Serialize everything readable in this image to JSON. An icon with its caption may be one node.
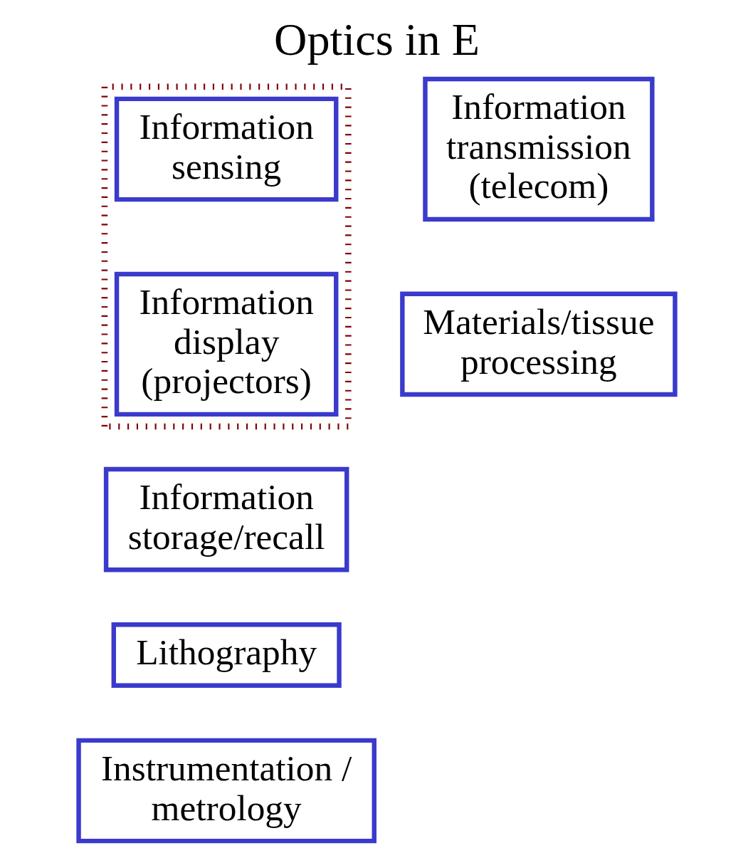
{
  "diagram": {
    "title": "Optics in E",
    "nodes": [
      {
        "text": [],
        "shape": "box"
      },
      {
        "text": [
          "Information sensing"
        ],
        "in": 0
      },
      {
        "text": [
          "Information transmission (telecom)"
        ]
      },
      {
        "text": [
          "Information display (projectors)"
        ],
        "in": 0
      },
      {
        "text": [
          "Information storage/recall"
        ]
      },
      {
        "text": [
          "Materials/tissue processing"
        ]
      },
      {
        "text": [
          "Lithography"
        ]
      },
      {
        "text": [
          "Instrumentation / metrology"
        ]
      }
    ],
    "edges": []
  }
}
